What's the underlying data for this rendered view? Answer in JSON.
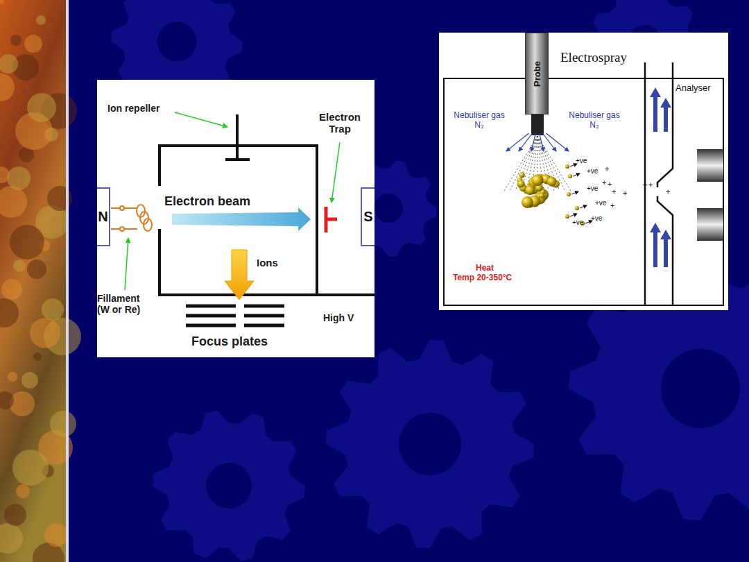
{
  "diagram": {
    "nodes": [
      {
        "text": [
          "N"
        ]
      },
      {
        "text": [
          "S"
        ]
      },
      {
        "text": [
          "Probe"
        ]
      }
    ],
    "labels": [
      "Ion repeller",
      "Electron Trap",
      "Electron beam",
      "Ions",
      "Fillament (W or Re)",
      "High V",
      "Focus plates",
      "Electrospray",
      "Nebuliser gas N₂",
      "Nebuliser gas N₂",
      "Analyser",
      "Heat",
      "Temp 20-350°C",
      "+ve",
      "+ve",
      "+ve",
      "+ve",
      "+ve",
      "+ve",
      "+",
      "+",
      "+",
      "+",
      "+",
      "+",
      "+",
      "+",
      "+"
    ]
  }
}
